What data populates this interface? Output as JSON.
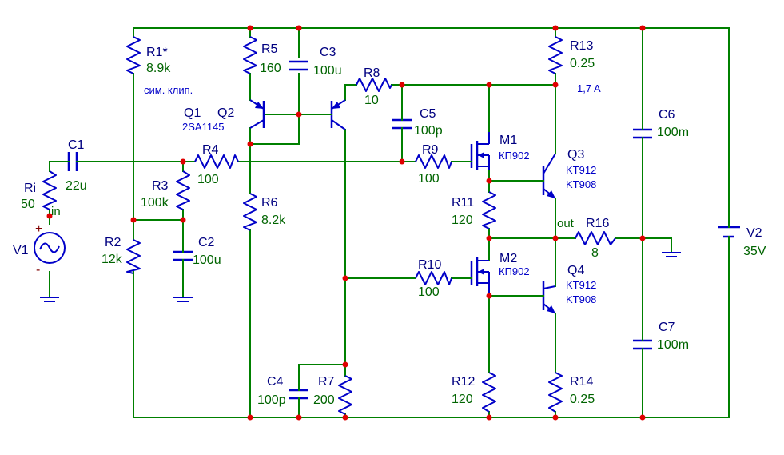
{
  "components": {
    "R1": {
      "name": "R1*",
      "value": "8.9k",
      "note": "сим. клип."
    },
    "R2": {
      "name": "R2",
      "value": "12k"
    },
    "R3": {
      "name": "R3",
      "value": "100k"
    },
    "R4": {
      "name": "R4",
      "value": "100"
    },
    "R5": {
      "name": "R5",
      "value": "160"
    },
    "R6": {
      "name": "R6",
      "value": "8.2k"
    },
    "R7": {
      "name": "R7",
      "value": "200"
    },
    "R8": {
      "name": "R8",
      "value": "10"
    },
    "R9": {
      "name": "R9",
      "value": "100"
    },
    "R10": {
      "name": "R10",
      "value": "100"
    },
    "R11": {
      "name": "R11",
      "value": "120"
    },
    "R12": {
      "name": "R12",
      "value": "120"
    },
    "R13": {
      "name": "R13",
      "value": "0.25",
      "note": "1,7 A"
    },
    "R14": {
      "name": "R14",
      "value": "0.25"
    },
    "R16": {
      "name": "R16",
      "value": "8"
    },
    "Ri": {
      "name": "Ri",
      "value": "50"
    },
    "C1": {
      "name": "C1",
      "value": "22u"
    },
    "C2": {
      "name": "C2",
      "value": "100u"
    },
    "C3": {
      "name": "C3",
      "value": "100u"
    },
    "C4": {
      "name": "C4",
      "value": "100p"
    },
    "C5": {
      "name": "C5",
      "value": "100p"
    },
    "C6": {
      "name": "C6",
      "value": "100m"
    },
    "C7": {
      "name": "C7",
      "value": "100m"
    },
    "Q1": {
      "name": "Q1"
    },
    "Q2": {
      "name": "Q2",
      "model": "2SA1145"
    },
    "Q3": {
      "name": "Q3",
      "model1": "KT912",
      "model2": "KT908"
    },
    "Q4": {
      "name": "Q4",
      "model1": "KT912",
      "model2": "KT908"
    },
    "M1": {
      "name": "M1",
      "model": "КП902"
    },
    "M2": {
      "name": "M2",
      "model": "КП902"
    },
    "V1": {
      "name": "V1",
      "plus": "+",
      "minus": "-"
    },
    "V2": {
      "name": "V2",
      "value": "35V"
    }
  },
  "nets": {
    "input": "in",
    "output": "out"
  }
}
